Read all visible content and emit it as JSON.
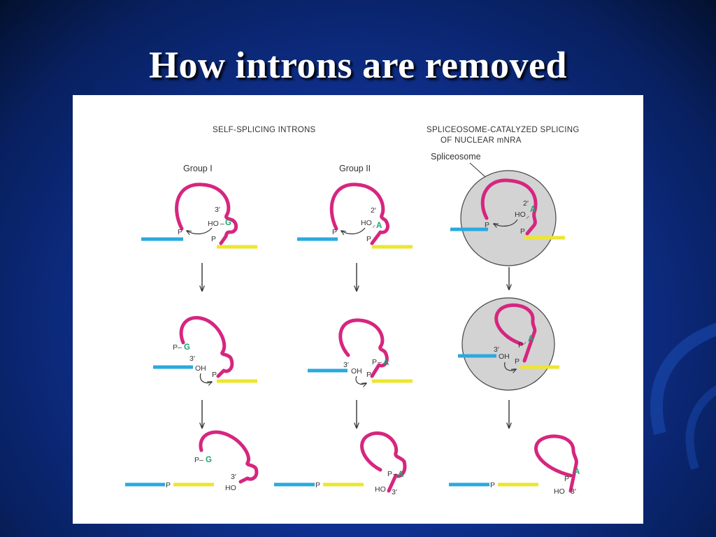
{
  "title": "How introns are removed",
  "headers": {
    "self_splicing": "SELF-SPLICING INTRONS",
    "spliceosome_line1": "SPLICEOSOME-CATALYZED SPLICING",
    "spliceosome_line2": "OF NUCLEAR mNRA"
  },
  "labels": {
    "group1": "Group I",
    "group2": "Group II",
    "spliceosome": "Spliceosome"
  },
  "symbols": {
    "p": "P",
    "ho": "HO",
    "oh": "OH",
    "three_prime": "3′",
    "two_prime": "2′",
    "g": "G",
    "a": "A",
    "p_dash": "P–"
  },
  "colors": {
    "background": "#0f3090",
    "intron": "#d6267f",
    "exon_5": "#2aa9df",
    "exon_3": "#ede531",
    "nucleotide": "#1aa56e",
    "spliceosome": "#d3d3d3"
  }
}
